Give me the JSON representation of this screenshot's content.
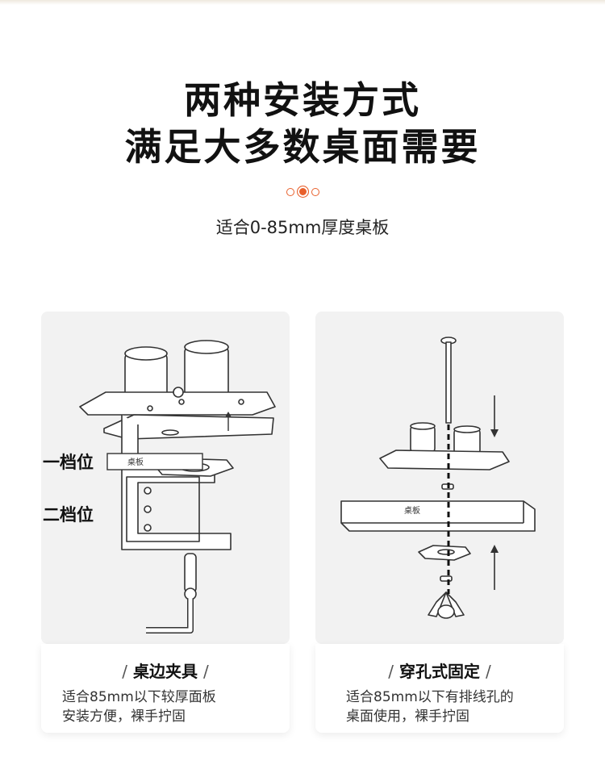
{
  "header": {
    "title_line1": "两种安装方式",
    "title_line2": "满足大多数桌面需要",
    "subtitle": "适合0-85mm厚度桌板"
  },
  "indicator": {
    "count": 3,
    "active_index": 1,
    "accent_color": "#e8602c"
  },
  "left_card": {
    "position_labels": [
      "一档位",
      "二档位"
    ],
    "board_label": "桌板",
    "title": "桌边夹具",
    "description_lines": [
      "适合85mm以下较厚面板",
      "安装方便，裸手拧固"
    ]
  },
  "right_card": {
    "board_label": "桌板",
    "title": "穿孔式固定",
    "description_lines": [
      "适合85mm以下有排线孔的",
      "桌面使用，裸手拧固"
    ]
  },
  "slash": "/"
}
